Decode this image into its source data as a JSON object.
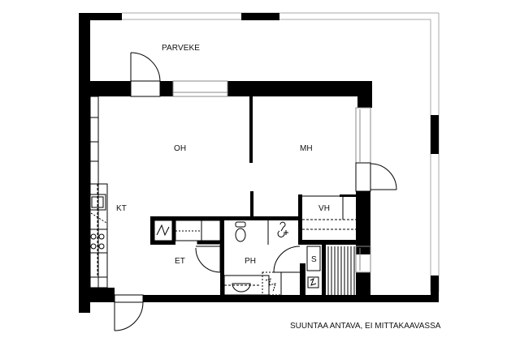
{
  "plan": {
    "type": "apartment floor plan",
    "colors": {
      "wall": "#000000",
      "thin_line": "#9a9a9a",
      "background": "#ffffff"
    },
    "rooms": [
      {
        "id": "parveke",
        "label": "PARVEKE",
        "meaning": "balcony"
      },
      {
        "id": "oh",
        "label": "OH",
        "meaning": "living room"
      },
      {
        "id": "mh",
        "label": "MH",
        "meaning": "bedroom"
      },
      {
        "id": "kt",
        "label": "KT",
        "meaning": "kitchenette"
      },
      {
        "id": "et",
        "label": "ET",
        "meaning": "entrance hall"
      },
      {
        "id": "ph",
        "label": "PH",
        "meaning": "bathroom"
      },
      {
        "id": "vh",
        "label": "VH",
        "meaning": "walk-in closet"
      },
      {
        "id": "s",
        "label": "S",
        "meaning": "sauna"
      }
    ],
    "footnote": "SUUNTAA ANTAVA, EI MITTAKAAVASSA"
  }
}
